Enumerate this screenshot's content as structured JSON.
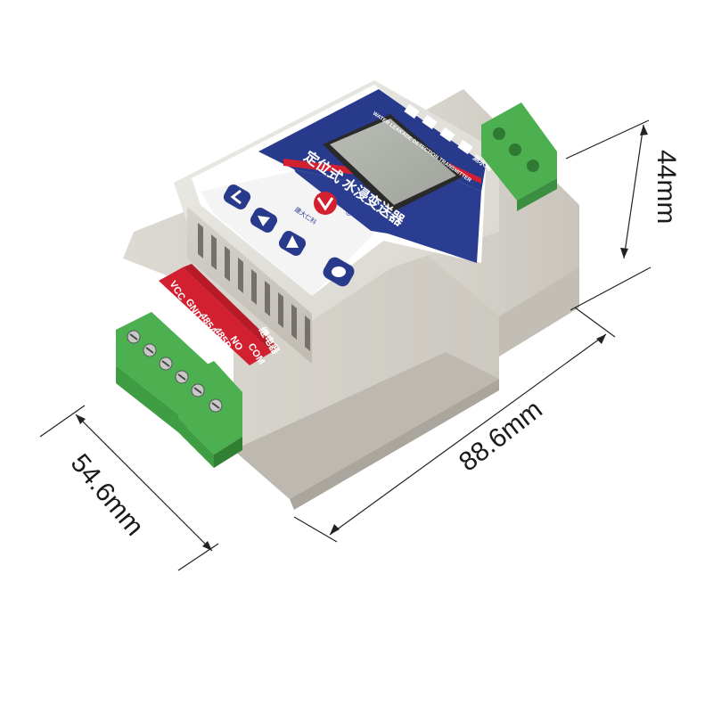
{
  "product": {
    "title_cn": "定位式 水浸变送器",
    "title_en": "WATER LEAKAGE DETECTION TRANSMITTER",
    "side_tag": "测水绳",
    "logo_text": "建大仁科",
    "registered_mark": "®"
  },
  "terminals": {
    "vcc": "VCC",
    "gnd": "GND",
    "a485": "485A",
    "b485": "485B",
    "relay": "继电器",
    "no": "NO",
    "com": "COM"
  },
  "buttons": [
    {
      "icon": "chevron-left-icon"
    },
    {
      "icon": "triangle-down-icon"
    },
    {
      "icon": "triangle-up-icon"
    },
    {
      "icon": "circle-icon"
    }
  ],
  "dimensions": {
    "height": "44mm",
    "length": "88.6mm",
    "width": "54.6mm"
  },
  "colors": {
    "housing": "#dedbd4",
    "panel_blue": "#283a8c",
    "terminal_green": "#4caf50",
    "label_red": "#d32030"
  }
}
